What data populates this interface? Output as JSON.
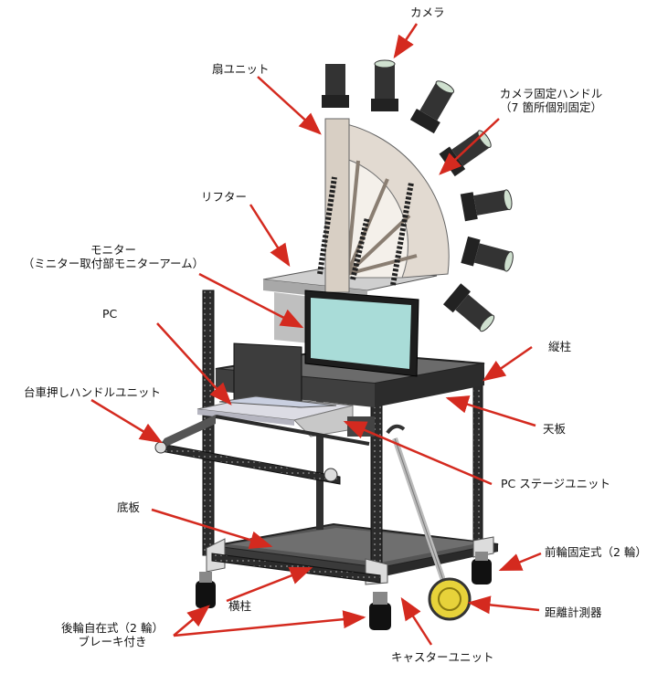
{
  "labels": {
    "camera": "カメラ",
    "fan_unit": "扇ユニット",
    "camera_handle": "カメラ固定ハンドル",
    "camera_handle_note": "（7 箇所個別固定）",
    "lifter": "リフター",
    "monitor": "モニター",
    "monitor_note": "（ミニター取付部モニターアーム）",
    "pc": "PC",
    "cart_handle": "台車押しハンドルユニット",
    "pillar": "縦柱",
    "top_plate": "天板",
    "pc_stage": "PC ステージユニット",
    "bottom_plate": "底板",
    "front_wheel": "前輪固定式（2 輪）",
    "crossbar": "横柱",
    "distance_meter": "距離計測器",
    "rear_wheel": "後輪自在式（2 輪）",
    "rear_wheel_note": "ブレーキ付き",
    "caster_unit": "キャスターユニット"
  },
  "colors": {
    "arrow": "#d42a1f",
    "frame": "#2b2b2b",
    "plate": "#8a8a8a",
    "fan": "#d8cfc4",
    "screen": "#a9dcd8",
    "wheel_yellow": "#e7d23a"
  }
}
